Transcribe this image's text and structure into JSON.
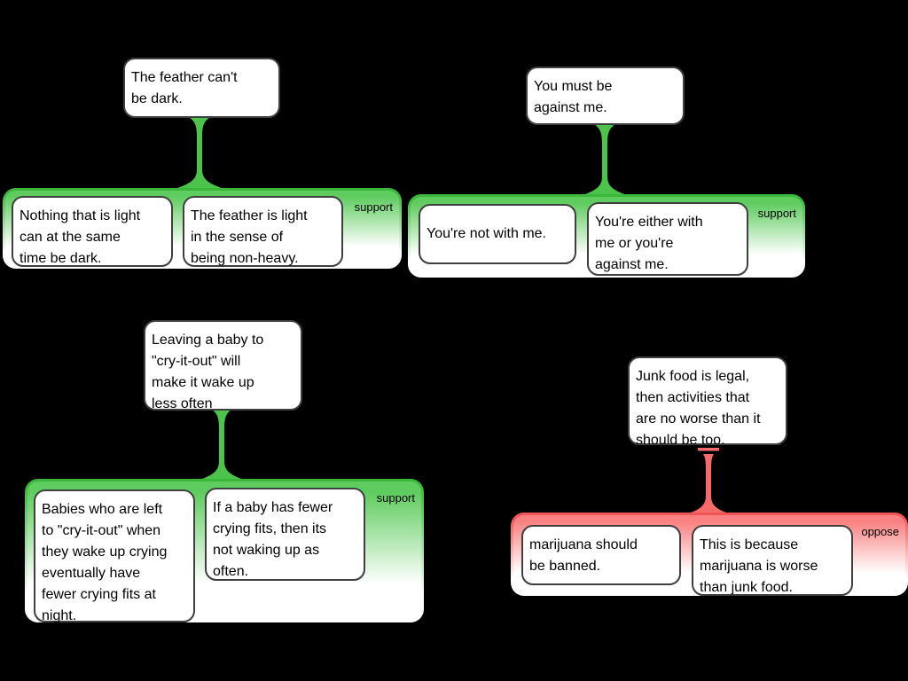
{
  "colors": {
    "canvas_background": "#000000",
    "support_accent": "#4cc44c",
    "support_border": "#3bb83b",
    "support_fill_top": "#5fcc5f",
    "oppose_accent": "#f76a6a",
    "oppose_border": "#f05555",
    "oppose_fill_top": "#f98181",
    "node_border": "#3f3f3f",
    "node_fill": "#ffffff",
    "text_color": "#000000"
  },
  "arguments": [
    {
      "id": "feather",
      "relation": "support",
      "relation_label": "support",
      "conclusion": {
        "lines": [
          "The feather can't",
          "be dark."
        ]
      },
      "premises": [
        {
          "lines": [
            "Nothing that is light",
            "can at the same",
            "time be dark."
          ]
        },
        {
          "lines": [
            "The feather is light",
            "in the sense of",
            "being non-heavy."
          ]
        }
      ]
    },
    {
      "id": "against-me",
      "relation": "support",
      "relation_label": "support",
      "conclusion": {
        "lines": [
          "You must be",
          "against me."
        ]
      },
      "premises": [
        {
          "lines": [
            "You're not with me."
          ]
        },
        {
          "lines": [
            "You're either with",
            "me or you're",
            "against me."
          ]
        }
      ]
    },
    {
      "id": "cry-it-out",
      "relation": "support",
      "relation_label": "support",
      "conclusion": {
        "lines": [
          "Leaving a baby to",
          "\"cry-it-out\" will",
          "make it wake up",
          "less often"
        ]
      },
      "premises": [
        {
          "lines": [
            "Babies who are left",
            "to \"cry-it-out\" when",
            "they wake up crying",
            "eventually have",
            "fewer crying fits at",
            "night."
          ]
        },
        {
          "lines": [
            "If a baby has fewer",
            "crying fits, then its",
            "not waking up as",
            "often."
          ]
        }
      ]
    },
    {
      "id": "junk-food",
      "relation": "oppose",
      "relation_label": "oppose",
      "conclusion": {
        "lines": [
          "Junk food is legal,",
          "then activities that",
          "are no worse than it",
          "should be too."
        ]
      },
      "premises": [
        {
          "lines": [
            "marijuana should",
            "be banned."
          ]
        },
        {
          "lines": [
            "This is because",
            "marijuana is worse",
            "than junk food."
          ]
        }
      ]
    }
  ]
}
